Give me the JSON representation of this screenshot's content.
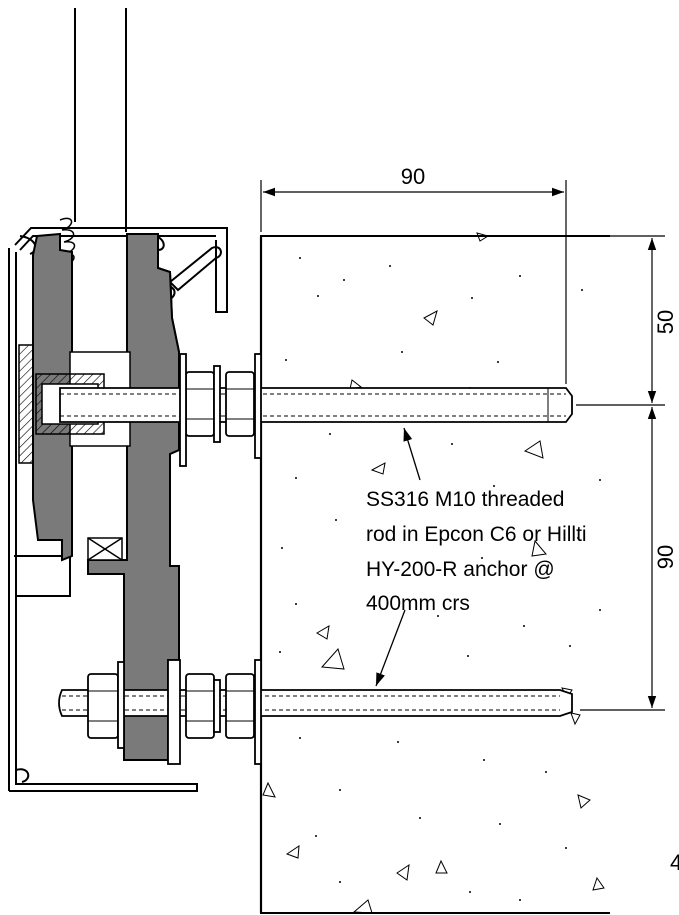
{
  "dimensions": {
    "top_width": "90",
    "upper_height": "50",
    "lower_height": "90"
  },
  "annotation": {
    "lines": [
      "SS316 M10 threaded",
      "rod in Epcon C6 or Hillti",
      "HY-200-R anchor @",
      "400mm crs"
    ]
  },
  "edge_mark": "4",
  "colors": {
    "line": "#000000",
    "fill_gray": "#7a7a7a",
    "background": "#ffffff"
  }
}
